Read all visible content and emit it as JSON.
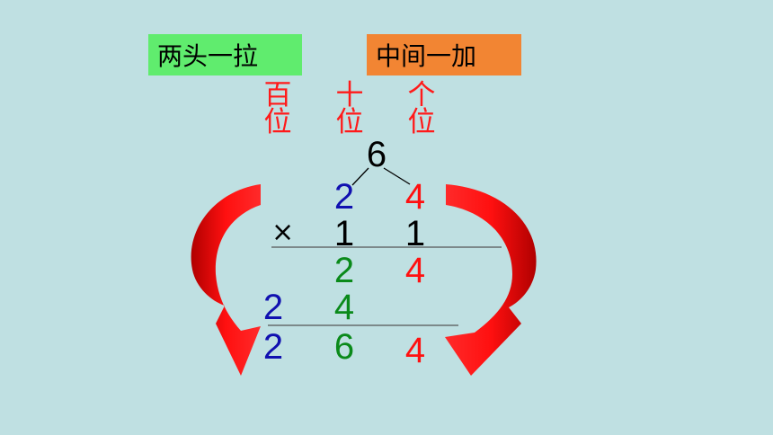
{
  "labels": {
    "left": "两头一拉",
    "right": "中间一加"
  },
  "places": {
    "hundreds": [
      "百",
      "位"
    ],
    "tens": [
      "十",
      "位"
    ],
    "ones": [
      "个",
      "位"
    ]
  },
  "colors": {
    "background": "#bfe0e2",
    "left_box": "#60ec6e",
    "right_box": "#f28533",
    "place_text": "#ff1a1a",
    "arrow": "#e60000",
    "blue": "#1010b0",
    "green": "#0a8a1a",
    "red": "#ff1010"
  },
  "calculation": {
    "sum_digit": "6",
    "multiplicand": [
      "2",
      "4"
    ],
    "operator": "×",
    "multiplier": [
      "1",
      "1"
    ],
    "partial1": [
      "2",
      "4"
    ],
    "partial2": [
      "2",
      "4"
    ],
    "result": [
      "2",
      "6",
      "4"
    ]
  },
  "icons": [
    "curved-arrow-left-icon",
    "curved-arrow-right-icon"
  ]
}
